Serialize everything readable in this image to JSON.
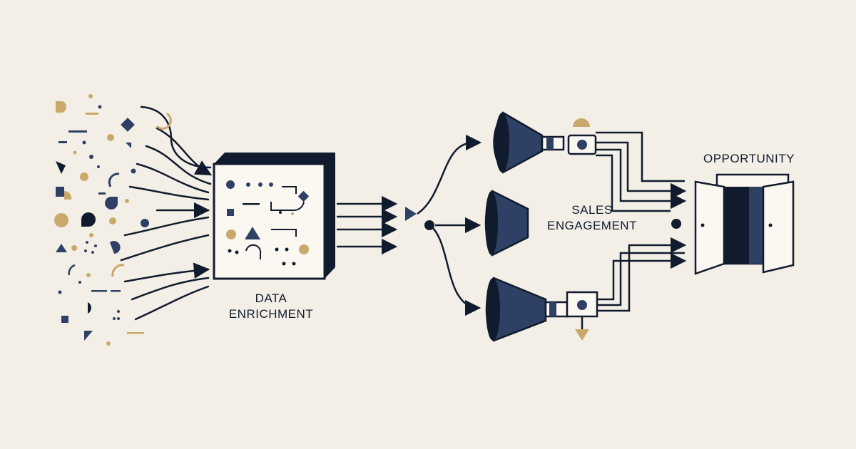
{
  "labels": {
    "data_enrichment_line1": "DATA",
    "data_enrichment_line2": "ENRICHMENT",
    "sales_engagement_line1": "SALES",
    "sales_engagement_line2": "ENGAGEMENT",
    "opportunity": "OPPORTUNITY"
  },
  "colors": {
    "background": "#f3efe7",
    "navy": "#2e4164",
    "ink": "#111b2e",
    "gold": "#c9a86a",
    "paper": "#fbf8f2"
  }
}
